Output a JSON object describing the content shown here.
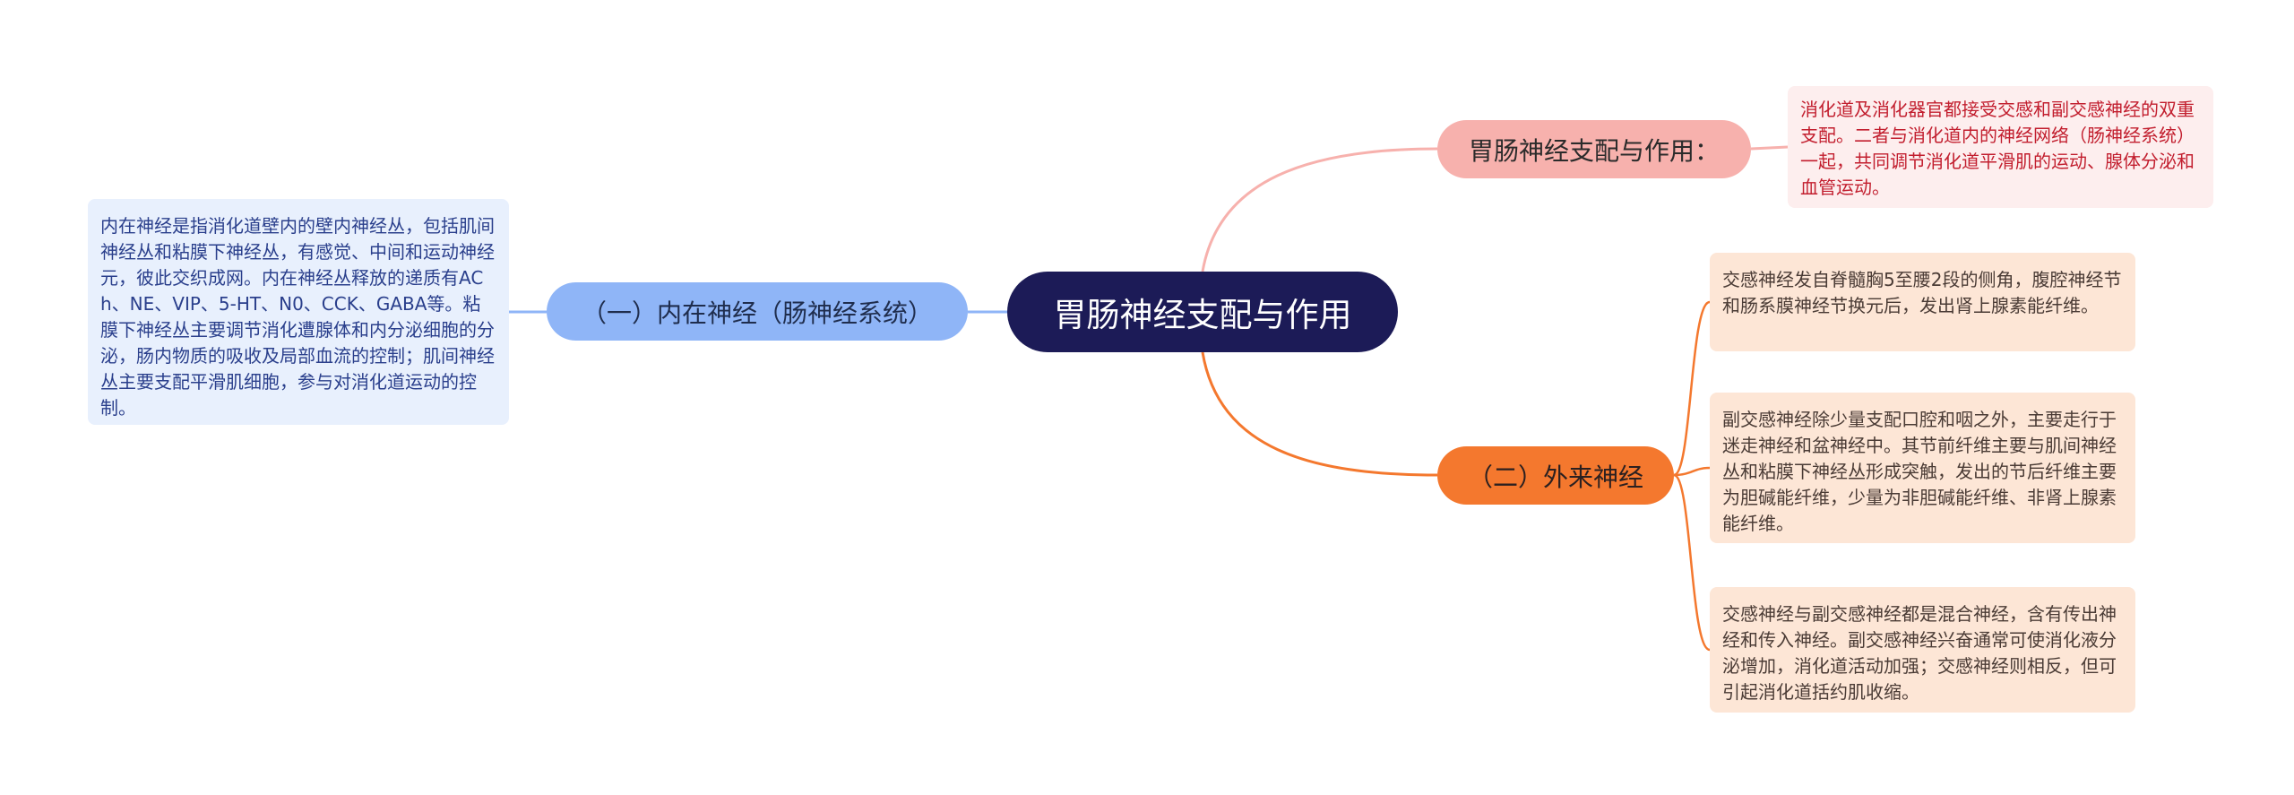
{
  "central": {
    "title": "胃肠神经支配与作用"
  },
  "left_branch": {
    "label": "（一）内在神经（肠神经系统）",
    "note": "内在神经是指消化道壁内的壁内神经丛，包括肌间神经丛和粘膜下神经丛，有感觉、中间和运动神经元，彼此交织成网。内在神经丛释放的递质有ACh、NE、VIP、5-HT、N0、CCK、GABA等。粘膜下神经丛主要调节消化遭腺体和内分泌细胞的分泌，肠内物质的吸收及局部血流的控制；肌间神经丛主要支配平滑肌细胞，参与对消化道运动的控制。"
  },
  "right_top": {
    "label": "胃肠神经支配与作用：",
    "note": "消化道及消化器官都接受交感和副交感神经的双重支配。二者与消化道内的神经网络（肠神经系统）一起，共同调节消化道平滑肌的运动、腺体分泌和血管运动。"
  },
  "right_bottom": {
    "label": "（二）外来神经",
    "notes": [
      "交感神经发自脊髓胸5至腰2段的侧角，腹腔神经节和肠系膜神经节换元后，发出肾上腺素能纤维。",
      "副交感神经除少量支配口腔和咽之外，主要走行于迷走神经和盆神经中。其节前纤维主要与肌间神经丛和粘膜下神经丛形成突触，发出的节后纤维主要为胆碱能纤维，少量为非胆碱能纤维、非肾上腺素能纤维。",
      "交感神经与副交感神经都是混合神经，含有传出神经和传入神经。副交感神经兴奋通常可使消化液分泌增加，消化道活动加强；交感神经则相反，但可引起消化道括约肌收缩。"
    ]
  },
  "colors": {
    "central": "#1c1b57",
    "left_branch": "#8fb5f7",
    "left_note_bg": "#e8f0fd",
    "right_top": "#f7b1ad",
    "right_top_note_bg": "#fdeeee",
    "right_top_note_text": "#c21e2e",
    "right_bottom": "#f4782e",
    "right_bottom_note_bg": "#fde6d6"
  }
}
